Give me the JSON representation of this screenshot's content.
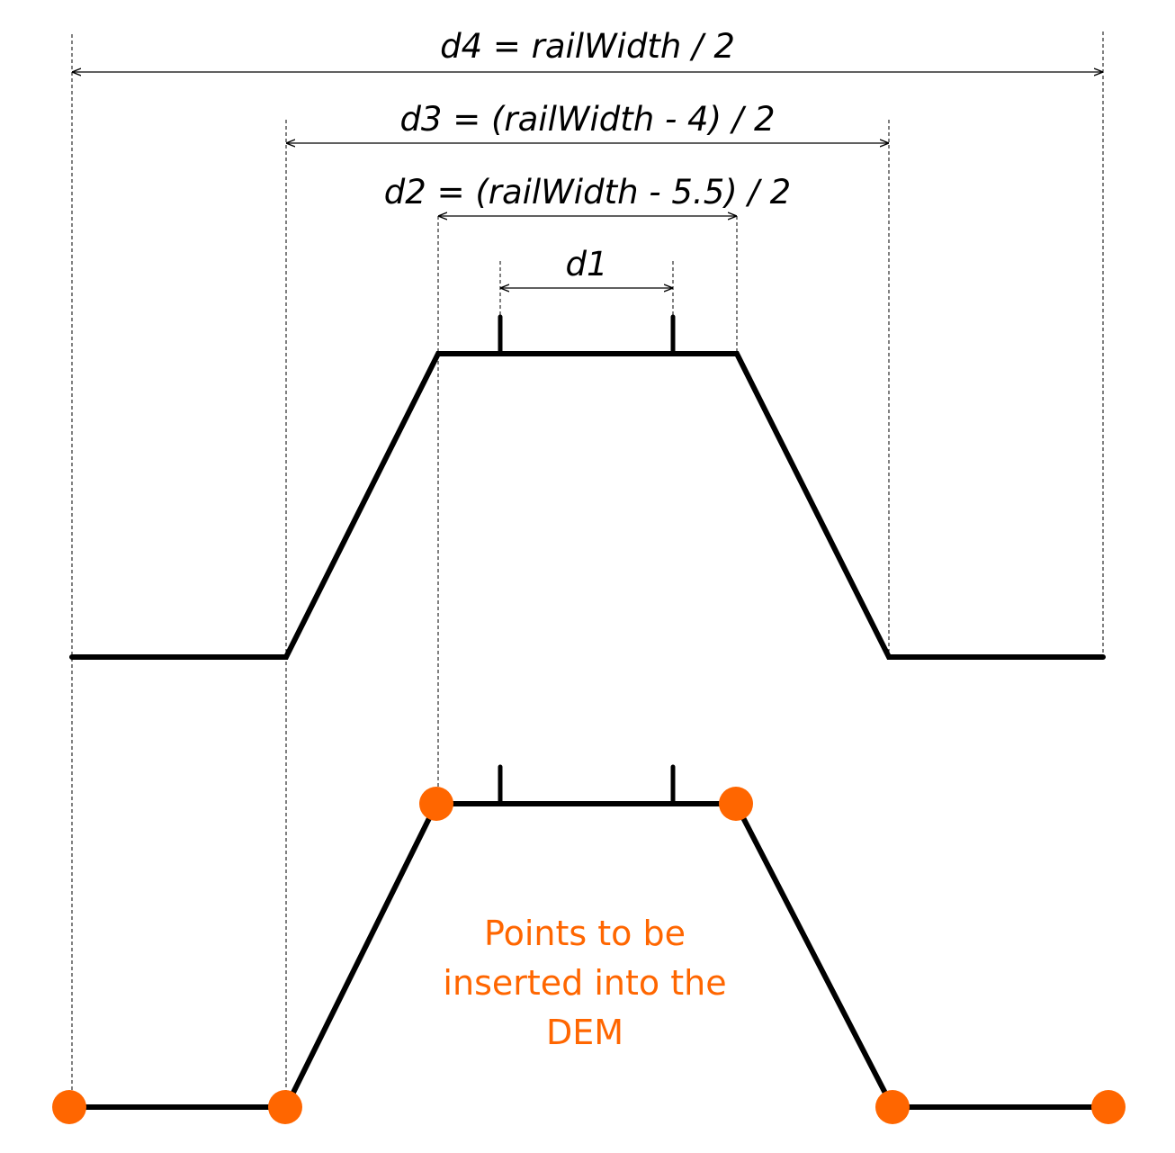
{
  "labels": {
    "d4": "d4 = railWidth / 2",
    "d3": "d3 = (railWidth - 4) / 2",
    "d2": "d2 = (railWidth - 5.5) / 2",
    "d1": "d1"
  },
  "note": {
    "line1": "Points to be",
    "line2": "inserted into the",
    "line3": "DEM"
  },
  "colors": {
    "line": "#000000",
    "accent": "#ff6600"
  }
}
